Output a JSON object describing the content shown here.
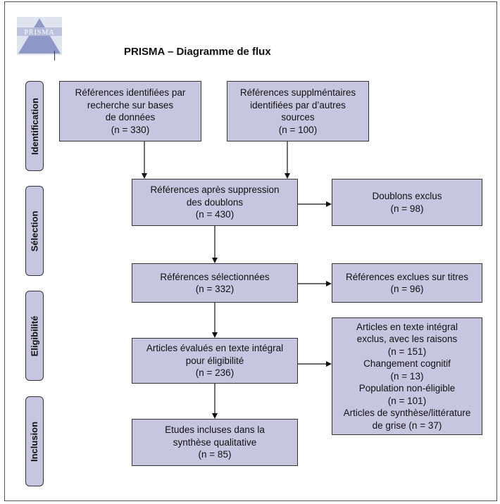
{
  "header": {
    "logo_text": "PRISMA",
    "title": "PRISMA – Diagramme de flux"
  },
  "stages": {
    "identification": "Identification",
    "selection": "Sélection",
    "eligibility": "Eligibilité",
    "inclusion": "Inclusion"
  },
  "boxes": {
    "db_records": {
      "line1": "Références identifiées par",
      "line2": "recherche sur bases",
      "line3": "de données",
      "count": "(n = 330)"
    },
    "other_records": {
      "line1": "Références supplméntaires",
      "line2": "identifiées par d’autres",
      "line3": "sources",
      "count": "(n = 100)"
    },
    "after_duplicates": {
      "line1": "Références après suppression",
      "line2": "des doublons",
      "count": "(n = 430)"
    },
    "duplicates_excluded": {
      "line1": "Doublons exclus",
      "count": "(n = 98)"
    },
    "screened": {
      "line1": "Références sélectionnées",
      "count": "(n = 332)"
    },
    "excluded_titles": {
      "line1": "Références exclues sur titres",
      "count": "(n = 96)"
    },
    "fulltext_assessed": {
      "line1": "Articles évalués en texte intégral",
      "line2": "pour éligibilité",
      "count": "(n = 236)"
    },
    "fulltext_excluded": {
      "line1": "Articles en texte intégral",
      "line2": "exclus, avec les raisons",
      "count": "(n = 151)",
      "reason1": "Changement cognitif",
      "reason1_count": "(n = 13)",
      "reason2": "Population non-éligible",
      "reason2_count": "(n = 101)",
      "reason3": "Articles de synthèse/littérature",
      "reason3_tail": "de grise (n = 37)"
    },
    "included": {
      "line1": "Etudes incluses dans la",
      "line2": "synthèse qualitative",
      "count": "(n = 85)"
    }
  }
}
